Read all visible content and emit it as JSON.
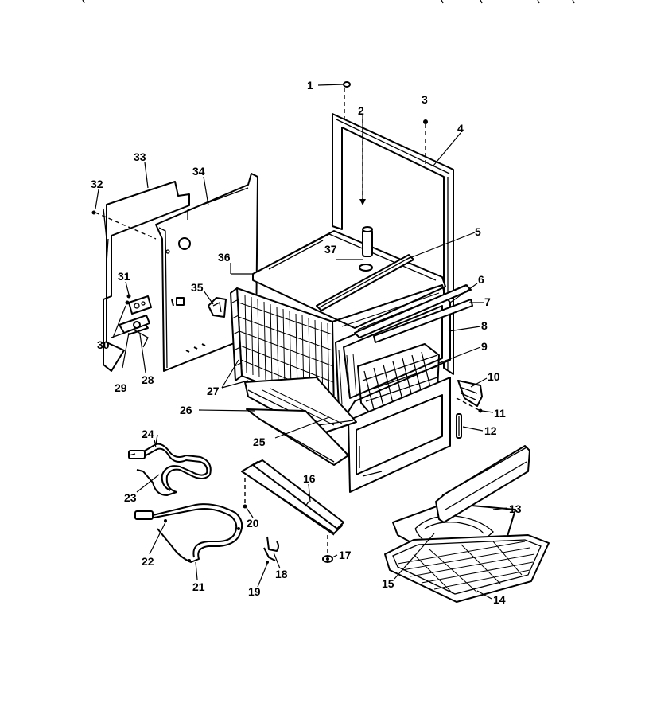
{
  "labels": [
    {
      "id": "1",
      "text": "1"
    },
    {
      "id": "2",
      "text": "2"
    },
    {
      "id": "3",
      "text": "3"
    },
    {
      "id": "4",
      "text": "4"
    },
    {
      "id": "5",
      "text": "5"
    },
    {
      "id": "6",
      "text": "6"
    },
    {
      "id": "7",
      "text": "7"
    },
    {
      "id": "8",
      "text": "8"
    },
    {
      "id": "9",
      "text": "9"
    },
    {
      "id": "10",
      "text": "10"
    },
    {
      "id": "11",
      "text": "11"
    },
    {
      "id": "12",
      "text": "12"
    },
    {
      "id": "13",
      "text": "13"
    },
    {
      "id": "14",
      "text": "14"
    },
    {
      "id": "15",
      "text": "15"
    },
    {
      "id": "16",
      "text": "16"
    },
    {
      "id": "17",
      "text": "17"
    },
    {
      "id": "18",
      "text": "18"
    },
    {
      "id": "19",
      "text": "19"
    },
    {
      "id": "20",
      "text": "20"
    },
    {
      "id": "21",
      "text": "21"
    },
    {
      "id": "22",
      "text": "22"
    },
    {
      "id": "23",
      "text": "23"
    },
    {
      "id": "24",
      "text": "24"
    },
    {
      "id": "25",
      "text": "25"
    },
    {
      "id": "26",
      "text": "26"
    },
    {
      "id": "27",
      "text": "27"
    },
    {
      "id": "28",
      "text": "28"
    },
    {
      "id": "29",
      "text": "29"
    },
    {
      "id": "30",
      "text": "30"
    },
    {
      "id": "31",
      "text": "31"
    },
    {
      "id": "32",
      "text": "32"
    },
    {
      "id": "33",
      "text": "33"
    },
    {
      "id": "34",
      "text": "34"
    },
    {
      "id": "35",
      "text": "35"
    },
    {
      "id": "36",
      "text": "36"
    },
    {
      "id": "37",
      "text": "37"
    }
  ]
}
